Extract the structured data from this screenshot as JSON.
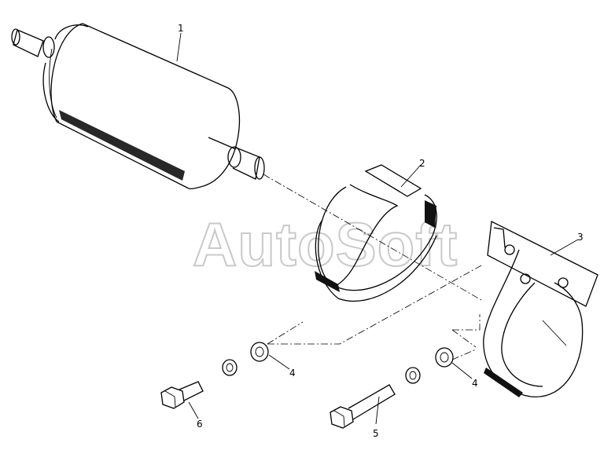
{
  "watermark": "AutoSoft",
  "callouts": {
    "filter": "1",
    "clamp_insert": "2",
    "bracket": "3",
    "washer_left": "4",
    "washer_right": "4",
    "bolt_long": "5",
    "bolt_short": "6"
  }
}
